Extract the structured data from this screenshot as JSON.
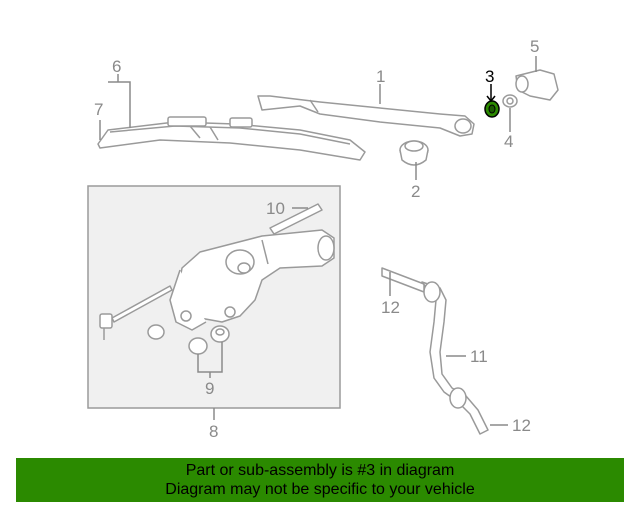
{
  "diagram": {
    "callouts": {
      "c1": "1",
      "c2": "2",
      "c3": "3",
      "c4": "4",
      "c5": "5",
      "c6": "6",
      "c7": "7",
      "c8": "8",
      "c9": "9",
      "c10": "10",
      "c11": "11",
      "c12a": "12",
      "c12b": "12"
    },
    "highlight_color": "#2b8a00"
  },
  "banner": {
    "line1": "Part or sub-assembly is #3 in diagram",
    "line2": "Diagram may not be specific to your vehicle",
    "background": "#2b8a00"
  }
}
